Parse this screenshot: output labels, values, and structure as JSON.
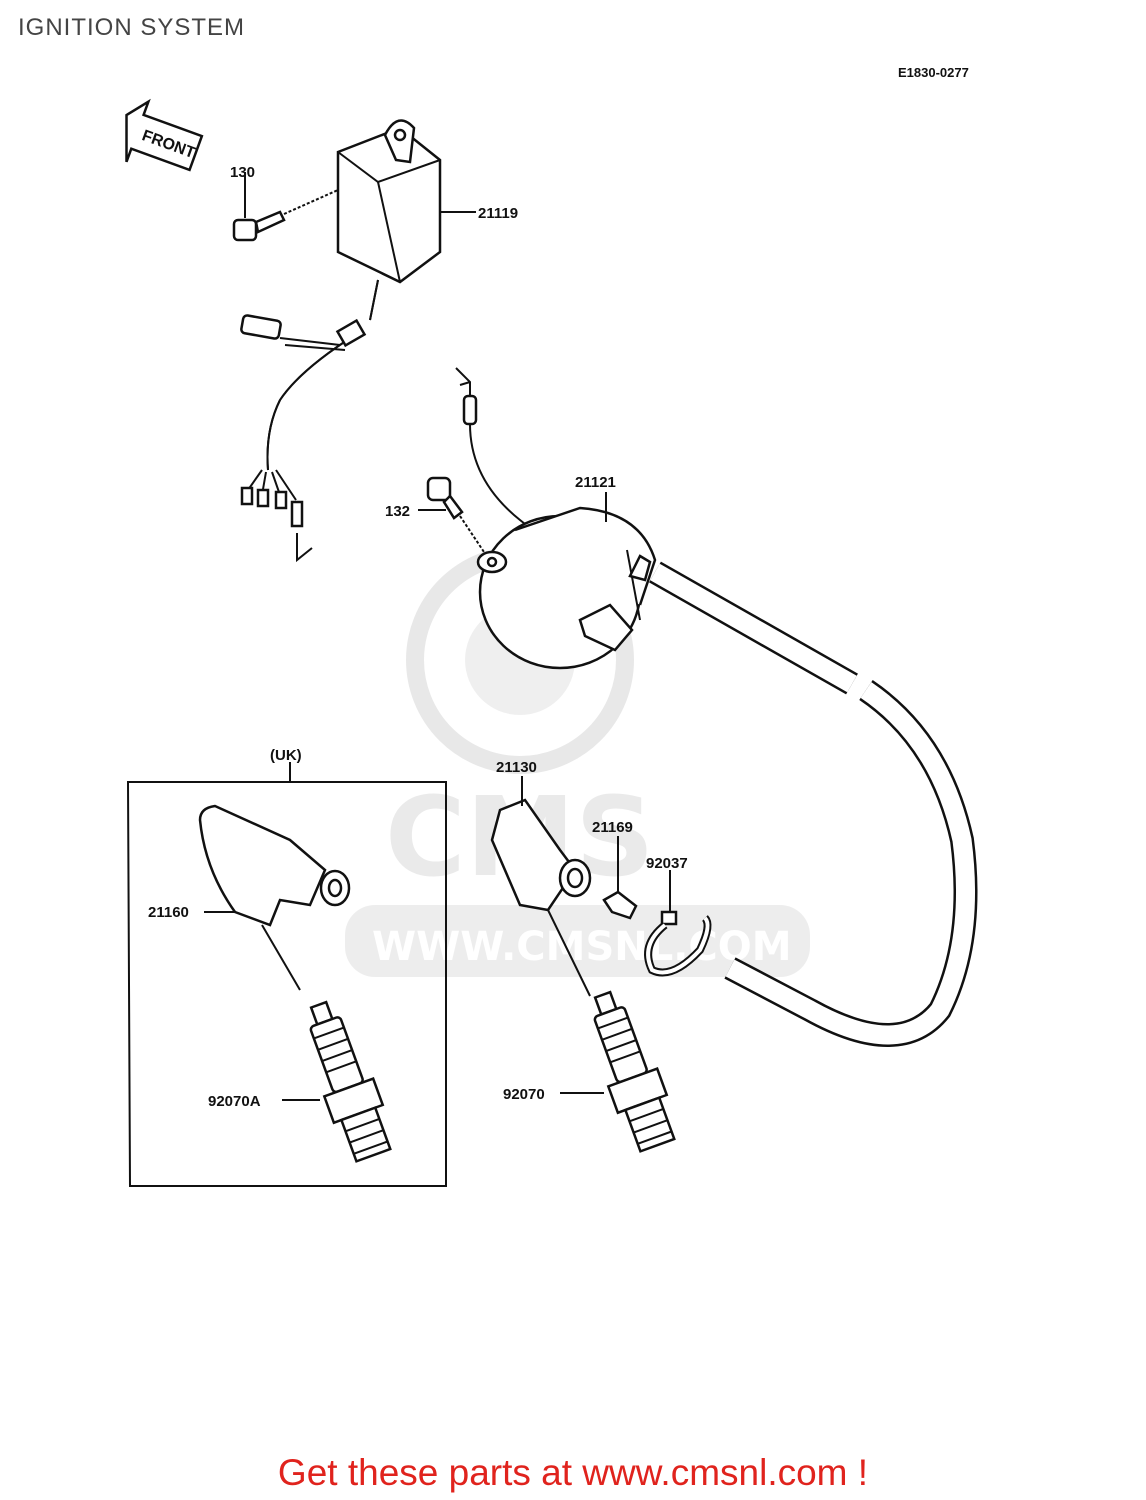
{
  "header": {
    "title": "IGNITION SYSTEM",
    "diagram_code": "E1830-0277"
  },
  "direction_arrow": {
    "label": "FRONT"
  },
  "watermark": {
    "brand": "CMS",
    "url": "WWW.CMSNL.COM"
  },
  "uk_box": {
    "label": "(UK)"
  },
  "parts": {
    "p130": "130",
    "p21119": "21119",
    "p132": "132",
    "p21121": "21121",
    "p21130": "21130",
    "p21169": "21169",
    "p92037": "92037",
    "p21160": "21160",
    "p92070A": "92070A",
    "p92070": "92070"
  },
  "footer": {
    "cta": "Get these parts at www.cmsnl.com !"
  }
}
